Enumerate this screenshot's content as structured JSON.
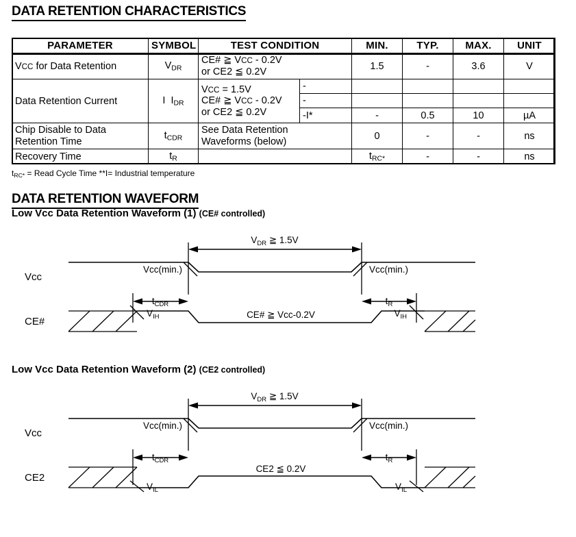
{
  "document": {
    "section1_title": "DATA RETENTION CHARACTERISTICS",
    "section2_title": "DATA RETENTION WAVEFORM",
    "footnote": "tRC* = Read Cycle Time **I= Industrial temperature",
    "footnote_parts": {
      "t": "t",
      "rc": "RC*",
      "rest": " = Read Cycle Time **I= Industrial temperature"
    }
  },
  "table": {
    "headers": [
      "PARAMETER",
      "SYMBOL",
      "TEST CONDITION",
      "MIN.",
      "TYP.",
      "MAX.",
      "UNIT"
    ],
    "rows": [
      {
        "parameter": "Vcc for Data Retention",
        "parameter_parts": {
          "v": "V",
          "cc": "CC",
          "rest": " for Data Retention"
        },
        "symbol": "VDR",
        "symbol_parts": {
          "main": "V",
          "sub": "DR"
        },
        "condition_lines": [
          "CE# ≧ VCC - 0.2V",
          "or CE2 ≦ 0.2V"
        ],
        "subcondition": "",
        "min": "1.5",
        "typ": "-",
        "max": "3.6",
        "unit": "V"
      },
      {
        "parameter": "Data Retention Current",
        "symbol": "I IDR",
        "symbol_parts": {
          "pre": "I",
          "main": "I",
          "sub": "DR"
        },
        "condition_lines": [
          "VCC = 1.5V",
          "CE# ≧ VCC - 0.2V",
          "or CE2 ≦ 0.2V"
        ],
        "subrows": [
          {
            "subcondition": "-",
            "min": "",
            "typ": "",
            "max": "",
            "unit": ""
          },
          {
            "subcondition": "-",
            "min": "",
            "typ": "",
            "max": "",
            "unit": ""
          },
          {
            "subcondition": "-I*",
            "min": "-",
            "typ": "0.5",
            "max": "10",
            "unit": "µA"
          }
        ]
      },
      {
        "parameter_lines": [
          "Chip Disable to Data",
          "Retention Time"
        ],
        "symbol": "tCDR",
        "symbol_parts": {
          "main": "t",
          "sub": "CDR"
        },
        "condition_lines": [
          "See Data Retention",
          "Waveforms (below)"
        ],
        "min": "0",
        "typ": "-",
        "max": "-",
        "unit": "ns"
      },
      {
        "parameter_lines": [
          "Recovery Time"
        ],
        "symbol": "tR",
        "symbol_parts": {
          "main": "t",
          "sub": "R"
        },
        "condition_lines": [
          ""
        ],
        "min": "tRC*",
        "min_parts": {
          "main": "t",
          "sub": "RC*"
        },
        "typ": "-",
        "max": "-",
        "unit": "ns"
      }
    ]
  },
  "waveforms": [
    {
      "id": "waveform-1",
      "title": "Low Vcc Data Retention Waveform (1)",
      "title_suffix": "(CE# controlled)",
      "row_labels": [
        "Vcc",
        "CE#"
      ],
      "dimension_label": "VDR ≧ 1.5V",
      "dimension_label_parts": {
        "main": "V",
        "sub": "DR",
        "rest": " ≧ 1.5V"
      },
      "level_label_left": "Vcc(min.)",
      "level_label_right": "Vcc(min.)",
      "time_label_left": "tCDR",
      "time_label_left_parts": {
        "main": "t",
        "sub": "CDR"
      },
      "time_label_right": "tR",
      "time_label_right_parts": {
        "main": "t",
        "sub": "R"
      },
      "threshold_label_left": "VIH",
      "threshold_label_left_parts": {
        "main": "V",
        "sub": "IH"
      },
      "threshold_label_right": "VIH",
      "threshold_label_right_parts": {
        "main": "V",
        "sub": "IH"
      },
      "signal_label": "CE# ≧ Vcc-0.2V",
      "polarity": "active-high"
    },
    {
      "id": "waveform-2",
      "title": "Low Vcc Data Retention Waveform (2)",
      "title_suffix": "(CE2 controlled)",
      "row_labels": [
        "Vcc",
        "CE2"
      ],
      "dimension_label": "VDR ≧ 1.5V",
      "dimension_label_parts": {
        "main": "V",
        "sub": "DR",
        "rest": " ≧ 1.5V"
      },
      "level_label_left": "Vcc(min.)",
      "level_label_right": "Vcc(min.)",
      "time_label_left": "tCDR",
      "time_label_left_parts": {
        "main": "t",
        "sub": "CDR"
      },
      "time_label_right": "tR",
      "time_label_right_parts": {
        "main": "t",
        "sub": "R"
      },
      "threshold_label_left": "VIL",
      "threshold_label_left_parts": {
        "main": "V",
        "sub": "IL"
      },
      "threshold_label_right": "VIL",
      "threshold_label_right_parts": {
        "main": "V",
        "sub": "IL"
      },
      "signal_label": "CE2 ≦ 0.2V",
      "polarity": "active-low"
    }
  ],
  "colors": {
    "line": "#000000",
    "background": "#ffffff"
  }
}
